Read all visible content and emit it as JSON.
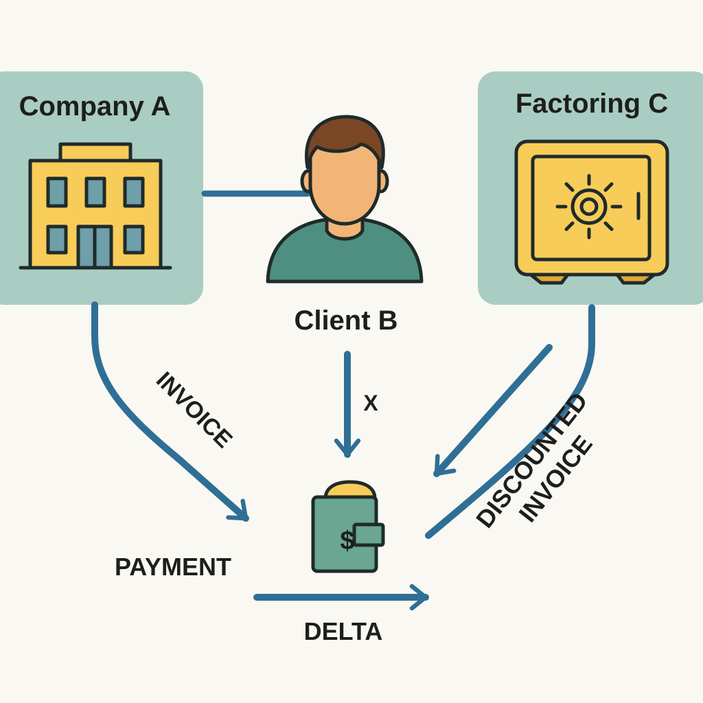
{
  "nodes": {
    "company_a": {
      "label": "Company A",
      "icon": "office-building-icon"
    },
    "client_b": {
      "label": "Client B",
      "icon": "person-avatar-icon"
    },
    "factoring_c": {
      "label": "Factoring C",
      "icon": "safe-vault-icon"
    },
    "wallet": {
      "icon": "wallet-dollar-icon",
      "symbol": "$"
    }
  },
  "edges": {
    "invoice": "INVOICE",
    "x": "X",
    "payment": "PAYMENT",
    "delta": "DELTA",
    "discounted_line1": "DISCOUNTED",
    "discounted_line2": "INVOICE"
  },
  "colors": {
    "background": "#faf8f2",
    "panel": "#a9cdc2",
    "accent_yellow": "#f7cc58",
    "arrow_blue": "#2f6f96",
    "teal": "#4f8f7f",
    "skin": "#f2b577",
    "hair": "#7b4624"
  }
}
